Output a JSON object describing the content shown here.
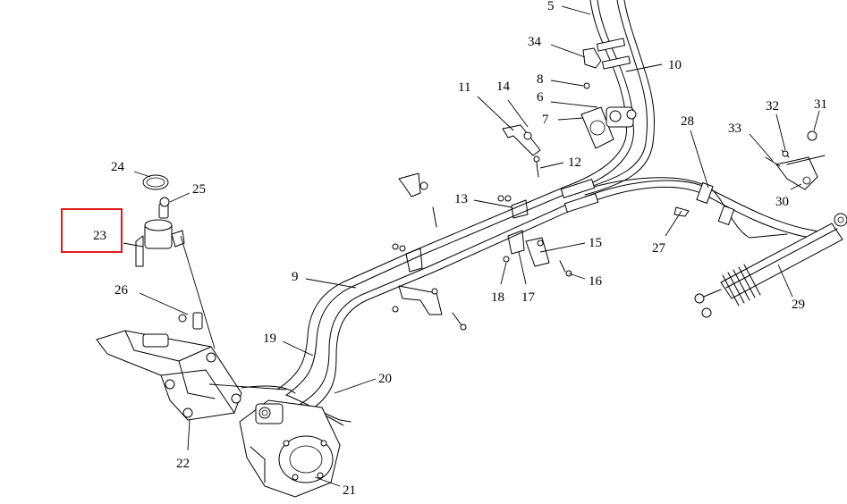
{
  "diagram": {
    "highlight": {
      "label": "23",
      "color": "#e01b1b"
    },
    "callouts": [
      {
        "id": "5",
        "text": "5"
      },
      {
        "id": "34",
        "text": "34"
      },
      {
        "id": "10",
        "text": "10"
      },
      {
        "id": "8",
        "text": "8"
      },
      {
        "id": "11",
        "text": "11"
      },
      {
        "id": "14",
        "text": "14"
      },
      {
        "id": "6",
        "text": "6"
      },
      {
        "id": "7",
        "text": "7"
      },
      {
        "id": "12",
        "text": "12"
      },
      {
        "id": "28",
        "text": "28"
      },
      {
        "id": "32",
        "text": "32"
      },
      {
        "id": "31",
        "text": "31"
      },
      {
        "id": "33",
        "text": "33"
      },
      {
        "id": "30",
        "text": "30"
      },
      {
        "id": "24",
        "text": "24"
      },
      {
        "id": "25",
        "text": "25"
      },
      {
        "id": "23",
        "text": "23"
      },
      {
        "id": "13",
        "text": "13"
      },
      {
        "id": "27",
        "text": "27"
      },
      {
        "id": "15",
        "text": "15"
      },
      {
        "id": "16",
        "text": "16"
      },
      {
        "id": "18",
        "text": "18"
      },
      {
        "id": "17",
        "text": "17"
      },
      {
        "id": "9",
        "text": "9"
      },
      {
        "id": "26",
        "text": "26"
      },
      {
        "id": "29",
        "text": "29"
      },
      {
        "id": "19",
        "text": "19"
      },
      {
        "id": "20",
        "text": "20"
      },
      {
        "id": "22",
        "text": "22"
      },
      {
        "id": "21",
        "text": "21"
      }
    ]
  }
}
